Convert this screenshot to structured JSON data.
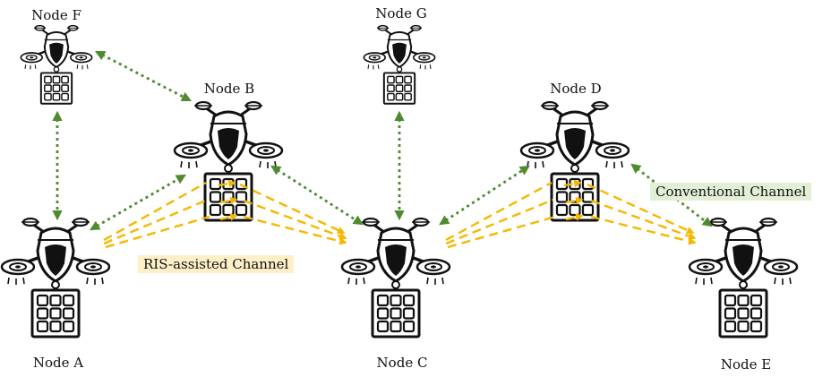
{
  "colors": {
    "ris_link": "#f5b800",
    "conventional_link": "#4e8a2e",
    "ris_label_bg": "#fdf0c8",
    "conventional_label_bg": "#e2efd6",
    "drone_outline": "#111111"
  },
  "nodes": {
    "a": {
      "label": "Node A"
    },
    "b": {
      "label": "Node B"
    },
    "c": {
      "label": "Node C"
    },
    "d": {
      "label": "Node D"
    },
    "e": {
      "label": "Node E"
    },
    "f": {
      "label": "Node F"
    },
    "g": {
      "label": "Node G"
    }
  },
  "legend": {
    "ris_channel": "RIS-assisted Channel",
    "conventional_channel": "Conventional Channel"
  }
}
